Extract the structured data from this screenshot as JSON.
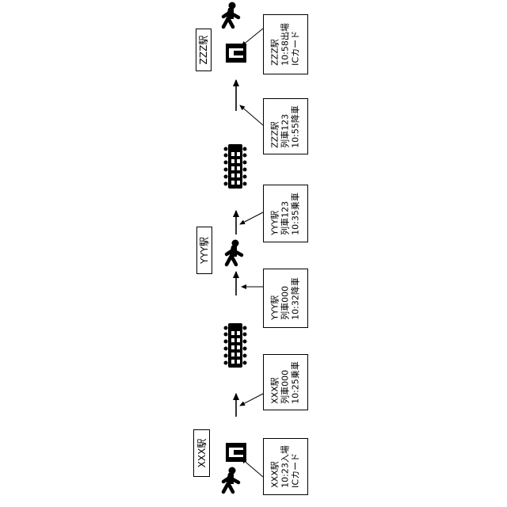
{
  "stations": {
    "xxx": "XXX駅",
    "yyy": "YYY駅",
    "zzz": "ZZZ駅"
  },
  "events": {
    "enter": {
      "line1": "XXX駅",
      "line2": "10:23入場",
      "line3": "ICカード"
    },
    "board1": {
      "line1": "XXX駅",
      "line2": "列車000",
      "line3": "10:25乗車"
    },
    "alight1": {
      "line1": "YYY駅",
      "line2": "列車000",
      "line3": "10:32降車"
    },
    "board2": {
      "line1": "YYY駅",
      "line2": "列車123",
      "line3": "10:35乗車"
    },
    "alight2": {
      "line1": "ZZZ駅",
      "line2": "列車123",
      "line3": "10:55降車"
    },
    "exit": {
      "line1": "ZZZ駅",
      "line2": "10:58出場",
      "line3": "ICカード"
    }
  },
  "icons": [
    "person-icon",
    "ticket-gate-icon",
    "train-icon",
    "arrow-icon"
  ],
  "colors": {
    "line": "#000000",
    "background": "#ffffff"
  }
}
